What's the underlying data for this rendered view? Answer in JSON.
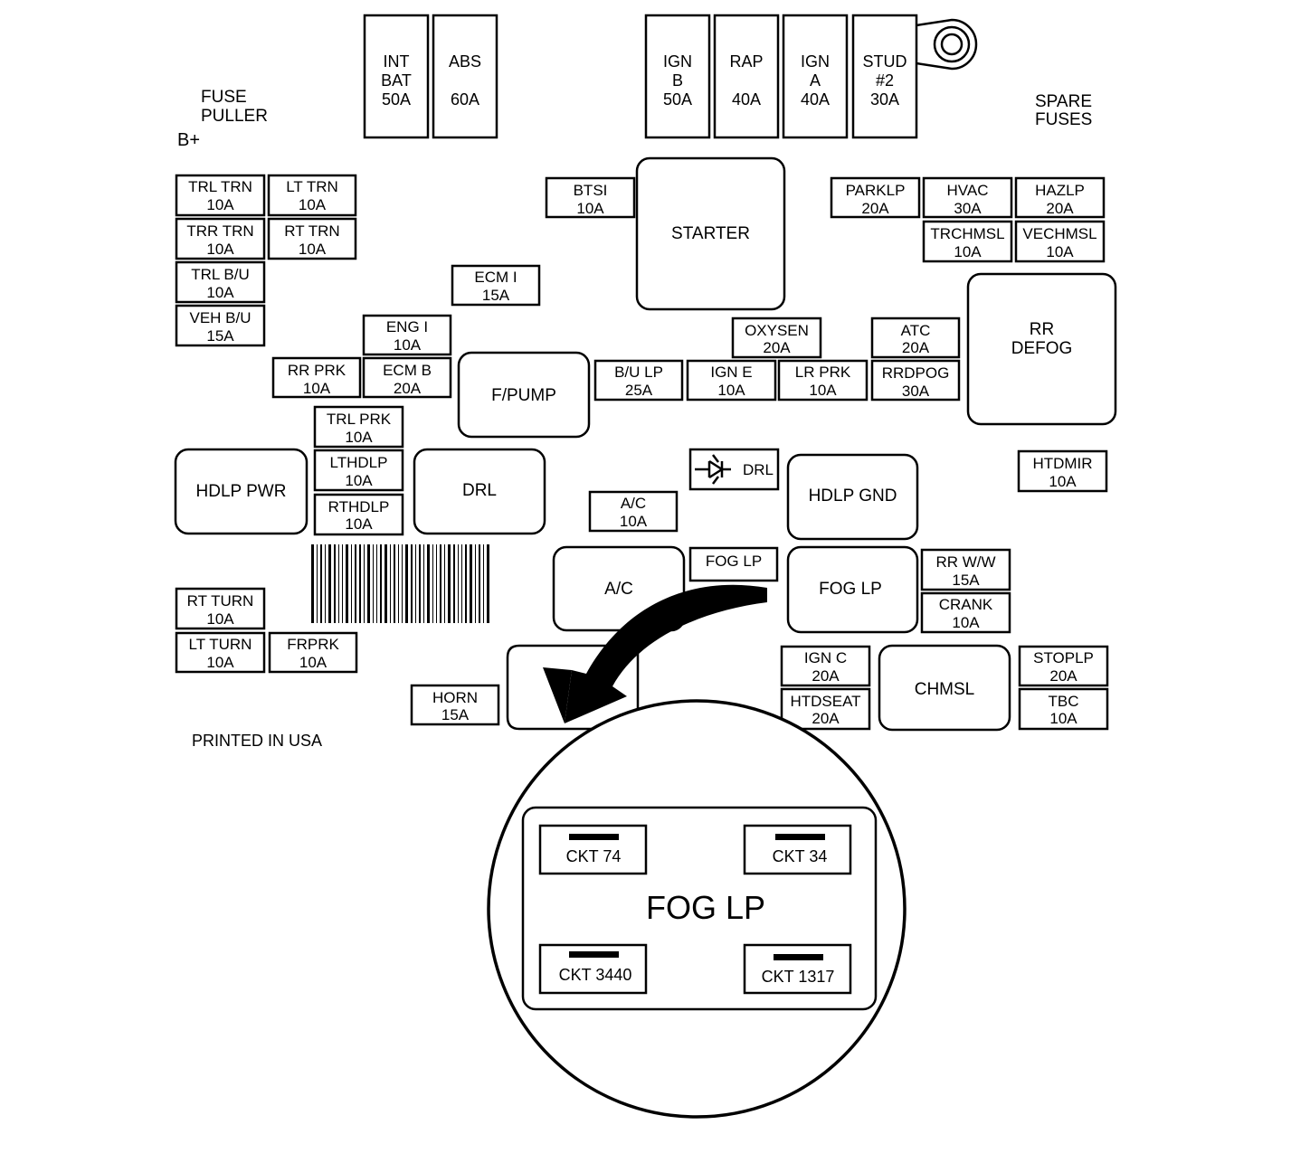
{
  "labels": {
    "fuse_puller": [
      "FUSE",
      "PULLER"
    ],
    "b_plus": "B+",
    "spare_fuses": [
      "SPARE",
      "FUSES"
    ],
    "printed_in": "PRINTED IN USA"
  },
  "top_fuses": [
    [
      "INT",
      "BAT",
      "50A"
    ],
    [
      "ABS",
      "",
      "60A"
    ],
    [
      "IGN",
      "B",
      "50A"
    ],
    [
      "RAP",
      "",
      "40A"
    ],
    [
      "IGN",
      "A",
      "40A"
    ],
    [
      "STUD",
      "#2",
      "30A"
    ]
  ],
  "small_fuses": [
    [
      "TRL TRN",
      "10A"
    ],
    [
      "LT TRN",
      "10A"
    ],
    [
      "TRR TRN",
      "10A"
    ],
    [
      "RT TRN",
      "10A"
    ],
    [
      "TRL B/U",
      "10A"
    ],
    [
      "VEH B/U",
      "15A"
    ],
    [
      "ECM I",
      "15A"
    ],
    [
      "ENG I",
      "10A"
    ],
    [
      "RR PRK",
      "10A"
    ],
    [
      "ECM B",
      "20A"
    ],
    [
      "TRL PRK",
      "10A"
    ],
    [
      "LTHDLP",
      "10A"
    ],
    [
      "RTHDLP",
      "10A"
    ],
    [
      "BTSI",
      "10A"
    ],
    [
      "B/U LP",
      "25A"
    ],
    [
      "IGN E",
      "10A"
    ],
    [
      "LR PRK",
      "10A"
    ],
    [
      "OXYSEN",
      "20A"
    ],
    [
      "ATC",
      "20A"
    ],
    [
      "RRDPOG",
      "30A"
    ],
    [
      "PARKLP",
      "20A"
    ],
    [
      "HVAC",
      "30A"
    ],
    [
      "HAZLP",
      "20A"
    ],
    [
      "TRCHMSL",
      "10A"
    ],
    [
      "VECHMSL",
      "10A"
    ],
    [
      "HTDMIR",
      "10A"
    ],
    [
      "A/C",
      "10A"
    ],
    [
      "RR W/W",
      "15A"
    ],
    [
      "CRANK",
      "10A"
    ],
    [
      "RT TURN",
      "10A"
    ],
    [
      "LT TURN",
      "10A"
    ],
    [
      "FRPRK",
      "10A"
    ],
    [
      "HORN",
      "15A"
    ],
    [
      "IGN C",
      "20A"
    ],
    [
      "HTDSEAT",
      "20A"
    ],
    [
      "STOPLP",
      "20A"
    ],
    [
      "TBC",
      "10A"
    ]
  ],
  "fog_lp_fuse": "FOG LP",
  "relays": [
    [
      "STARTER"
    ],
    [
      "RR",
      "DEFOG"
    ],
    [
      "F/PUMP"
    ],
    [
      "HDLP PWR"
    ],
    [
      "DRL"
    ],
    [
      "HDLP GND"
    ],
    [
      "A/C"
    ],
    [
      "FOG LP"
    ],
    [
      "CHMSL"
    ]
  ],
  "diode": "DRL",
  "detail": {
    "title": "FOG LP",
    "circuits": [
      "CKT 74",
      "CKT 34",
      "CKT 3440",
      "CKT 1317"
    ]
  }
}
